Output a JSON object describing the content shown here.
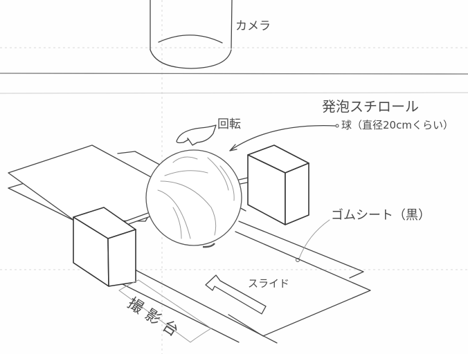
{
  "diagram": {
    "type": "hand-drawn setup sketch",
    "labels": {
      "camera": "カメラ",
      "sphere_title": "発泡スチロール",
      "sphere_detail": "球（直径20cmくらい）",
      "rotation": "回転",
      "rubber_sheet": "ゴムシート（黒）",
      "slide": "スライド",
      "stage": "撮影台"
    },
    "colors": {
      "line": "#333333",
      "label": "#4a4a4a",
      "guide": "#d8d8d8",
      "background": "#fefefe"
    }
  }
}
